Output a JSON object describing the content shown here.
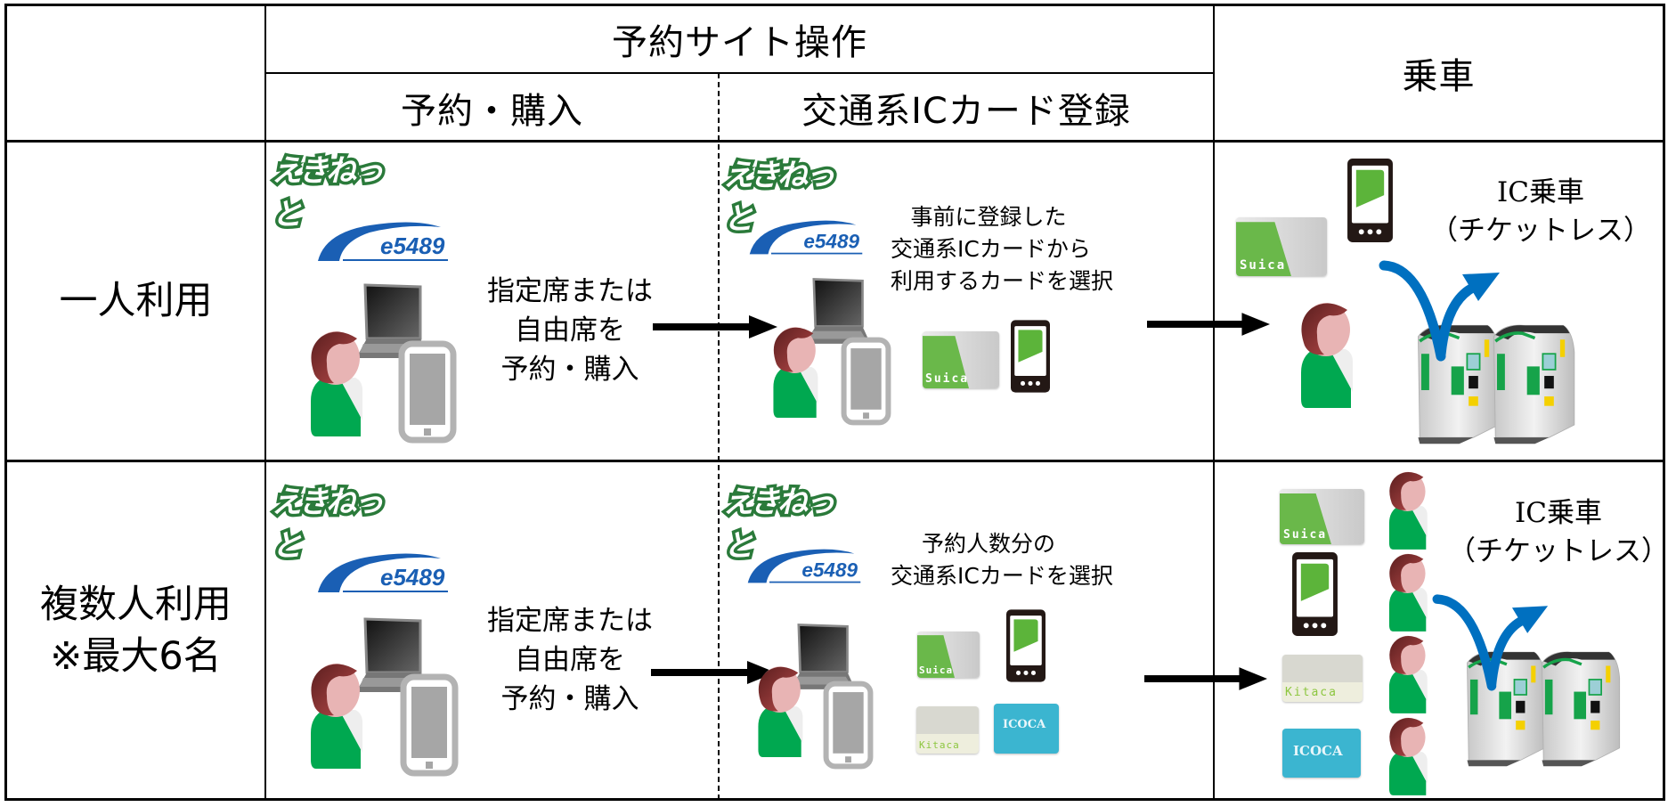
{
  "header": {
    "group_title": "予約サイト操作",
    "col_reserve": "予約・購入",
    "col_register": "交通系ICカード登録",
    "col_boarding": "乗車"
  },
  "rows": [
    {
      "label": [
        "一人利用"
      ],
      "reserve_text": [
        "指定席または",
        "自由席を",
        "予約・購入"
      ],
      "register_text": [
        "事前に登録した",
        "交通系ICカードから",
        "利用するカードを選択"
      ],
      "boarding_text": [
        "IC乗車",
        "（チケットレス）"
      ],
      "register_cards": [
        "Suica"
      ],
      "boarding_cards": [
        "Suica"
      ],
      "passengers": 1
    },
    {
      "label": [
        "複数人利用",
        "※最大6名"
      ],
      "reserve_text": [
        "指定席または",
        "自由席を",
        "予約・購入"
      ],
      "register_text": [
        "予約人数分の",
        "交通系ICカードを選択"
      ],
      "boarding_text": [
        "IC乗車",
        "（チケットレス）"
      ],
      "register_cards": [
        "Suica",
        "Kitaca",
        "ICOCA"
      ],
      "boarding_cards": [
        "Suica",
        "Kitaca",
        "ICOCA"
      ],
      "passengers": 4
    }
  ],
  "logos": {
    "ekinet": "えきねっと",
    "e5489": "e5489"
  },
  "cards": {
    "suica": "Suica",
    "kitaca": "Kitaca",
    "icoca": "ICOCA"
  },
  "colors": {
    "ekinet_green": "#2a7a3a",
    "e5489_blue": "#1a5fb4",
    "person_body": "#00a850",
    "person_hair": "#8b3a3a",
    "person_face": "#e8b4b4",
    "suica_green": "#6ab84a",
    "icoca_blue": "#3bb5d0",
    "kitaca_bg": "#e8e8d8",
    "arrow_blue": "#0070c0",
    "gate_green": "#16a34a"
  }
}
